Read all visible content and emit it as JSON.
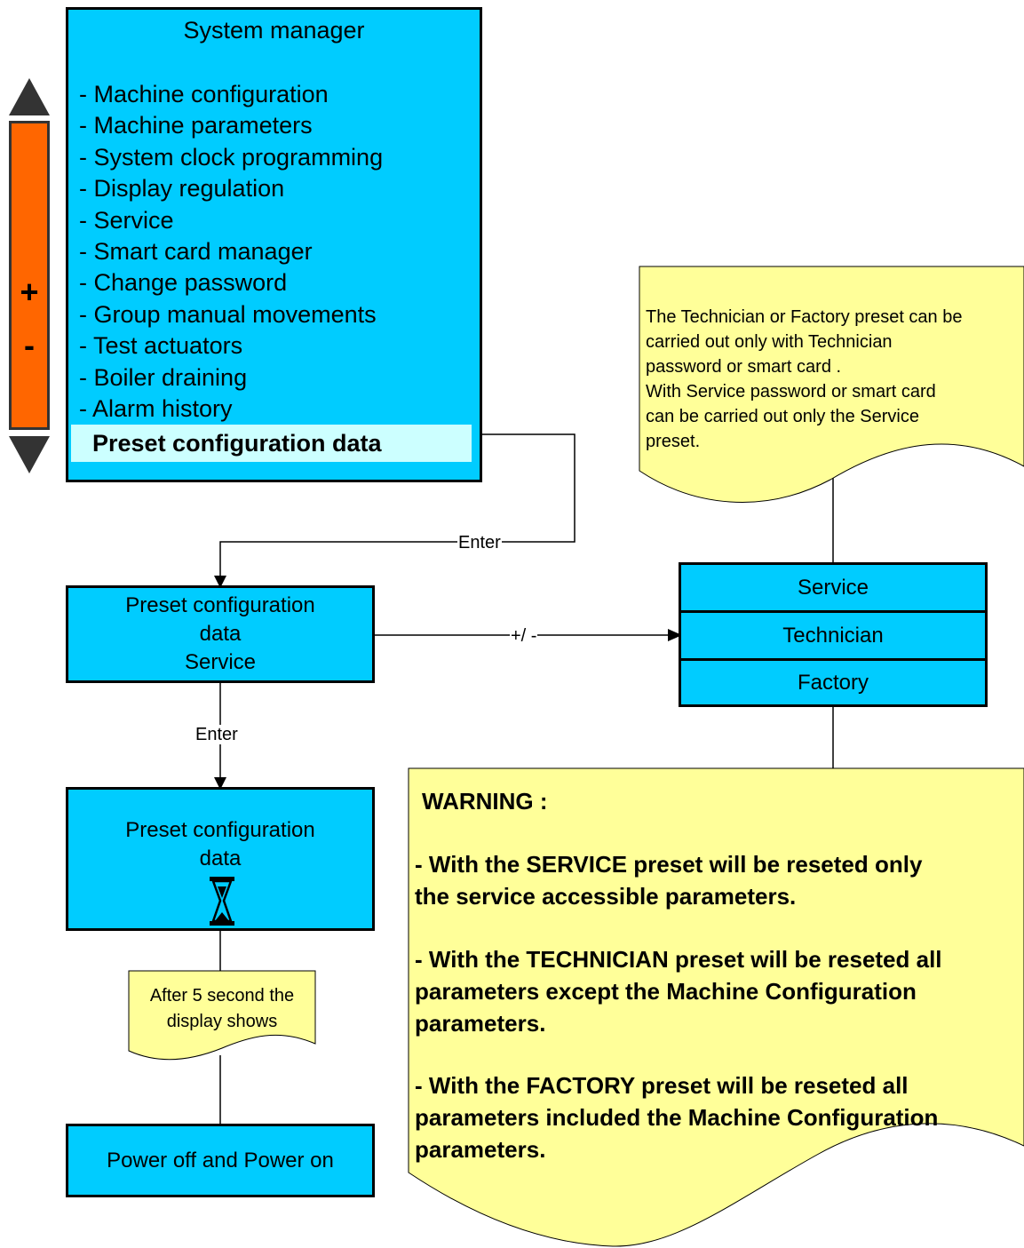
{
  "nav": {
    "plus": "+",
    "minus": "-",
    "up_icon": "up-triangle-icon",
    "down_icon": "down-triangle-icon"
  },
  "menu": {
    "title": "System manager",
    "items": [
      "- Machine configuration",
      "- Machine parameters",
      "- System clock programming",
      "- Display regulation",
      "- Service",
      "- Smart card manager",
      "- Change password",
      "- Group manual movements",
      "- Test actuators",
      "- Boiler draining",
      "- Alarm history"
    ],
    "selected": "Preset configuration data"
  },
  "flow": {
    "enter_1": "Enter",
    "enter_2": "Enter",
    "plus_minus": "+/ -",
    "preset_box": [
      "Preset configuration",
      "data",
      "Service"
    ],
    "progress_box": [
      "Preset configuration",
      "data"
    ],
    "progress_icon": "hourglass-icon",
    "after_note": [
      "After 5 second the",
      "display shows"
    ],
    "power_box": "Power off and Power on"
  },
  "options": [
    "Service",
    "Technician",
    "Factory"
  ],
  "tech_note": [
    "The Technician or Factory preset can be",
    "carried out only with Technician",
    "password or smart card .",
    "With Service password or smart card",
    "can be carried out only the Service",
    "preset."
  ],
  "warning": {
    "title": "WARNING :",
    "service": [
      "- With the SERVICE preset  will be reseted only",
      "the service accessible parameters."
    ],
    "technician": [
      "- With the TECHNICIAN preset  will be reseted all",
      "parameters except the Machine Configuration",
      "parameters."
    ],
    "factory": [
      "- With the FACTORY preset  will be reseted all",
      "parameters  included the Machine Configuration",
      "parameters."
    ]
  },
  "colors": {
    "box": "#00ccff",
    "selected": "#ccffff",
    "note": "#ffff99",
    "nav": "#ff6600",
    "nav_border": "#333333"
  }
}
